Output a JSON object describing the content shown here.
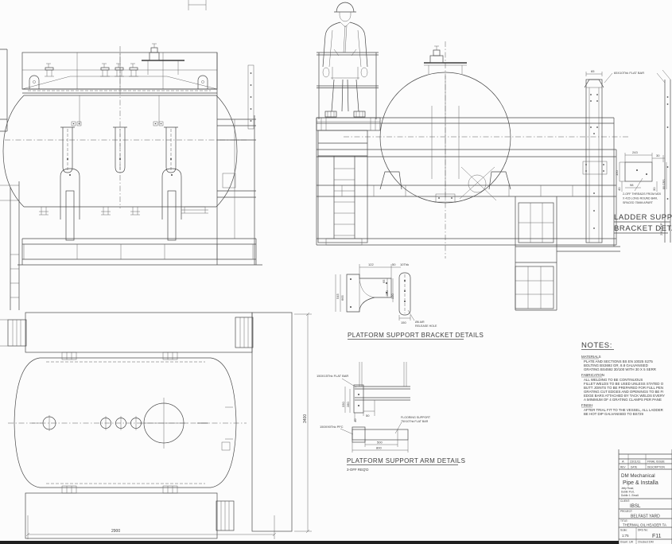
{
  "plan": {
    "dim_width": "2900",
    "dim_height": "3400"
  },
  "ladder_bracket": {
    "flat_bar_label": "65X10Thk FLAT BAR",
    "top_dim": "65",
    "dim_243": "243",
    "dim_30a": "30",
    "dim_150": "150",
    "dim_40": "40",
    "dim_98": "98",
    "dim_30b": "30",
    "dim_crs": "80 CRS",
    "dim_typ": "250 TYP",
    "note_line1": "2-OFF THREADS FROM M20",
    "note_line2": "X 415 LONG ROUND BAR,",
    "note_line3": "SPACED 75MM APART",
    "title_line1": "LADDER SUPPORT",
    "title_line2": "BRACKET DETAILS"
  },
  "platform_bracket": {
    "title": "PLATFORM SUPPORT BRACKET DETAILS",
    "dim_122": "122",
    "dim_50": "50",
    "thk": "10Thk",
    "dim_65": "65",
    "dim_290": "290",
    "dim_330": "330",
    "dim_545": "545",
    "dim_665": "665",
    "dim_150": "150",
    "air_label1": "Ø6 AIR",
    "air_label2": "RELEASE HOLE"
  },
  "platform_arm": {
    "title": "PLATFORM SUPPORT ARM DETAILS",
    "qty": "3-OFF REQ'D",
    "flat_bar_label": "150X15Thk FLAT BAR",
    "flooring_label1": "FLOORING SUPPORT",
    "flooring_label2": "75X10Thk FLAT BAR",
    "pfc_label": "150X90Thk PFC",
    "dim_330": "330",
    "dim_280": "280",
    "dim_50": "50",
    "dim_40": "40",
    "dim_500": "500",
    "dim_800": "800"
  },
  "notes": {
    "heading": "NOTES:",
    "materials_title": "MATERIALS",
    "materials": [
      "PLATE AND SECTIONS BS EN 10025 S275",
      "BOLTING BS3692 GR. 8.8 GALVANISED",
      "GRATING BS4592 30/100 WITH 30 X 5 SERR"
    ],
    "fabrication_title": "FABRICATION",
    "fabrication": [
      "ALL WELDING TO BE CONTINUOUS",
      "FILLET WELDS TO BE USED UNLESS STATED O",
      "BUTT JOINTS TO BE PREPARED FOR FULL PEN",
      "GRATING CUT EDGES AND OPENINGS TO BE FI",
      "EDGE BARS ATTACHED BY TACK WELDS EVERY",
      "A MINIMUM OF 4 GRATING CLAMPS PER PANE"
    ],
    "finish_title": "FINISH",
    "finish": [
      "AFTER TRIAL FIT TO THE VESSEL, ALL LADDER",
      "BE HOT DIP GALVANISED TO BS729"
    ]
  },
  "title_block": {
    "rev": "A",
    "rev_date": "23/11/11",
    "rev_desc": "FINAL ISSUE",
    "col_rev": "REV",
    "col_date": "DATE",
    "col_desc": "DESCRIPTION",
    "company_line1": "DM Mechanical",
    "company_line2": "Pipe & Installa",
    "address1": "Jetty Road,",
    "address2": "Dublin Port,",
    "address3": "Dublin 1. Email:",
    "client_label": "CLIENT:",
    "client": "IBSL",
    "project_label": "PROJECT:",
    "project": "BELFAST YARD",
    "title_label": "TITLE:",
    "title": "THERMAL OIL HEADER TA",
    "scale_label": "Scale:",
    "scale": "1:75",
    "drg_label": "DRG No:",
    "drg_no": "F11",
    "drawn_label": "Drawn:",
    "drawn": "LW",
    "checked_label": "Checked:",
    "checked": "DM"
  }
}
